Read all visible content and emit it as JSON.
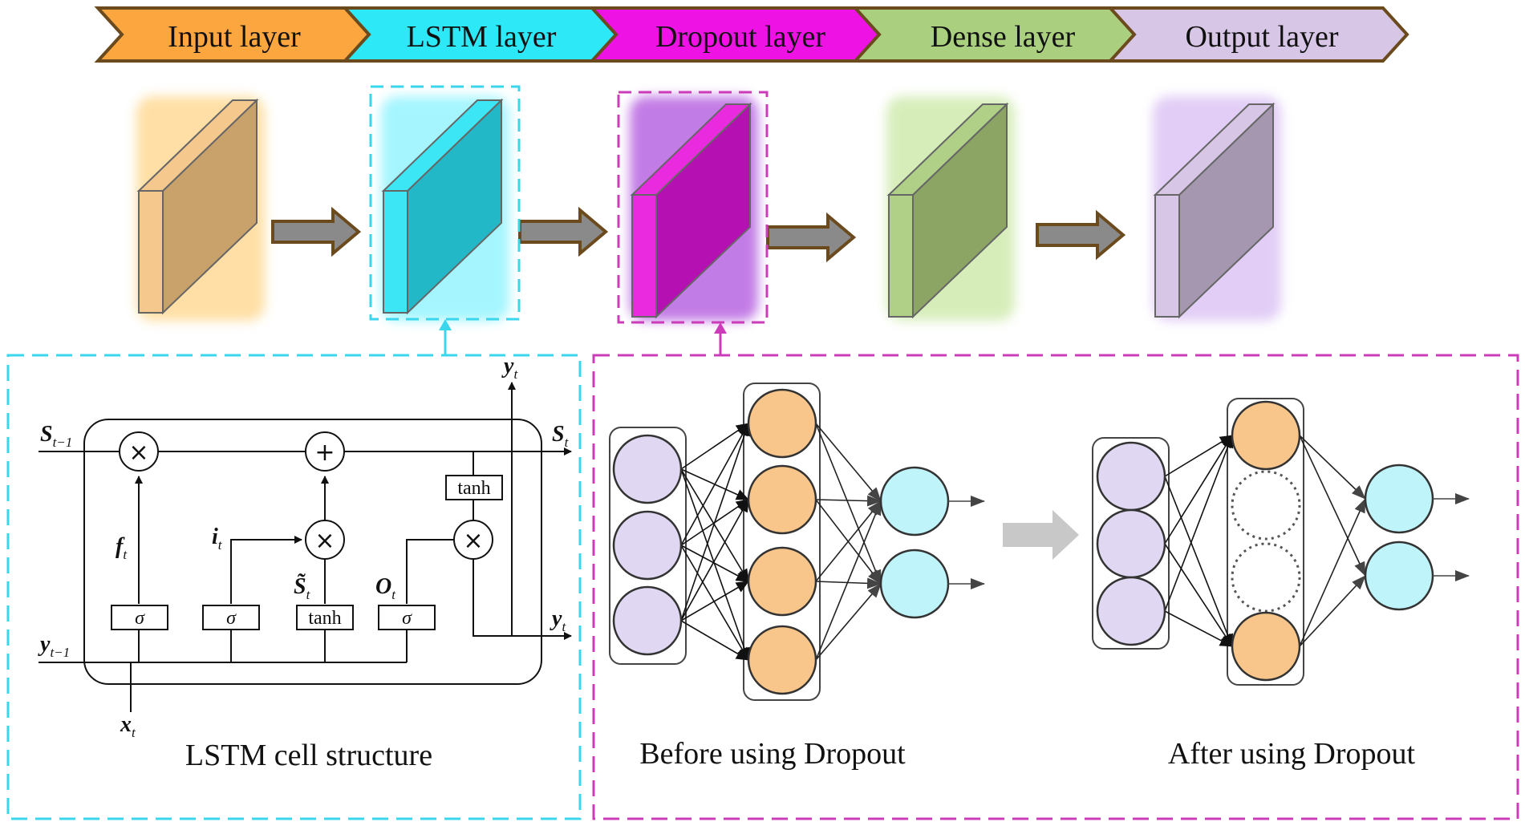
{
  "stages": [
    {
      "label": "Input layer",
      "color": "#fca640",
      "block_front": "#f5c98d",
      "block_side": "#c9a16b",
      "glow": "#ffd27f"
    },
    {
      "label": "LSTM layer",
      "color": "#2de8f6",
      "block_front": "#3ce6f5",
      "block_side": "#23b8c8",
      "glow": "#7ff2ff"
    },
    {
      "label": "Dropout layer",
      "color": "#ef12e5",
      "block_front": "#ea2adf",
      "block_side": "#b511b2",
      "glow": "#b45be0"
    },
    {
      "label": "Dense layer",
      "color": "#a9cf7f",
      "block_front": "#b0d088",
      "block_side": "#8ca464",
      "glow": "#c6e69e"
    },
    {
      "label": "Output layer",
      "color": "#d7c6e6",
      "block_front": "#d8c6e6",
      "block_side": "#a597b0",
      "glow": "#d5b8f2"
    }
  ],
  "arrow_colors": {
    "fill": "#8a8a8a",
    "stroke": "#6b4a1e",
    "light": "#c8c8c8"
  },
  "frame_colors": {
    "lstm": "#3ad6ec",
    "dropout": "#cc3cb8"
  },
  "neuron_colors": {
    "input": "#e0d8f2",
    "hidden": "#f8c68a",
    "output": "#bff4fa"
  },
  "lstm_cell": {
    "caption": "LSTM cell structure",
    "ops": {
      "multiply": "×",
      "add": "+"
    },
    "gate_labels": {
      "sigma": "σ",
      "tanh": "tanh"
    },
    "state_prev": {
      "base": "S",
      "sub": "t−1"
    },
    "state_next": {
      "base": "S",
      "sub": "t"
    },
    "output_prev": {
      "base": "y",
      "sub": "t−1"
    },
    "output_right": {
      "base": "y",
      "sub": "t"
    },
    "output_top": {
      "base": "y",
      "sub": "t"
    },
    "input": {
      "base": "x",
      "sub": "t"
    },
    "forget": {
      "base": "f",
      "sub": "t"
    },
    "in_gate": {
      "base": "i",
      "sub": "t"
    },
    "candidate": {
      "base": "S̃",
      "sub": "t"
    },
    "out_gate": {
      "base": "O",
      "sub": "t"
    }
  },
  "dropout_panel": {
    "before_caption": "Before using Dropout",
    "after_caption": "After using Dropout"
  }
}
